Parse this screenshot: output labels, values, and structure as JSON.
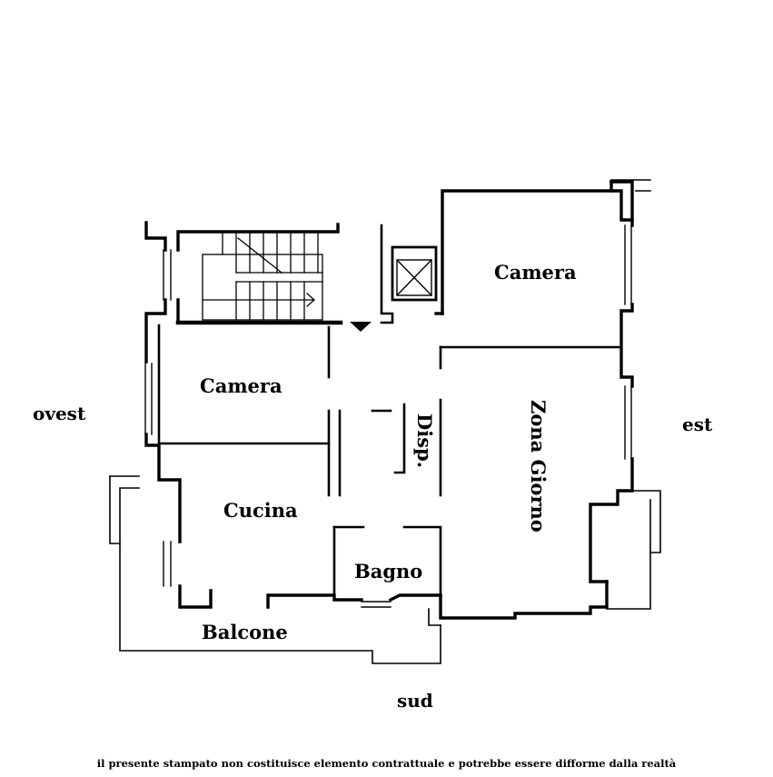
{
  "rooms": {
    "camera_ne": "Camera",
    "camera_w": "Camera",
    "zona_giorno": "Zona Giorno",
    "disp": "Disp.",
    "cucina": "Cucina",
    "bagno": "Bagno",
    "balcone": "Balcone"
  },
  "compass": {
    "ovest": "ovest",
    "est": "est",
    "sud": "sud"
  },
  "disclaimer": "il presente stampato non costituisce elemento contrattuale e potrebbe essere difforme dalla realtà"
}
